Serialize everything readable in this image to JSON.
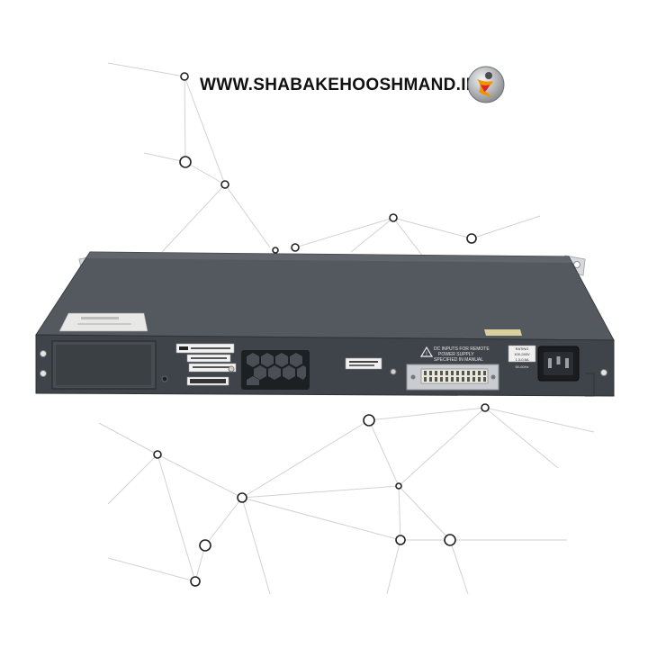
{
  "watermark": {
    "site_text": "WWW.SHABAKEHOOSHMAND.IR",
    "logo_icon": "shabakehooshmand-logo-icon"
  },
  "device": {
    "kind": "network switch rear panel",
    "panel_labels": {
      "warning_line1": "DC INPUTS FOR REMOTE",
      "warning_line2": "POWER SUPPLY",
      "warning_line3": "SPECIFIED IN MANUAL",
      "rating_title": "RATING",
      "rating_voltage": "100-240V",
      "rating_current": "1.3-0.6A",
      "rating_freq": "50-60Hz"
    },
    "icons": [
      "warning-triangle-icon",
      "ac-power-inlet-icon",
      "fan-grille-icon",
      "rps-connector-icon"
    ]
  },
  "colors": {
    "background": "#ffffff",
    "chassis": "#4e535a",
    "panel": "#3d4248",
    "rack_ear": "#d7d9dc",
    "network_lines": "#cfcfcf",
    "logo_orange": "#f39200",
    "watermark_text": "#111111"
  }
}
